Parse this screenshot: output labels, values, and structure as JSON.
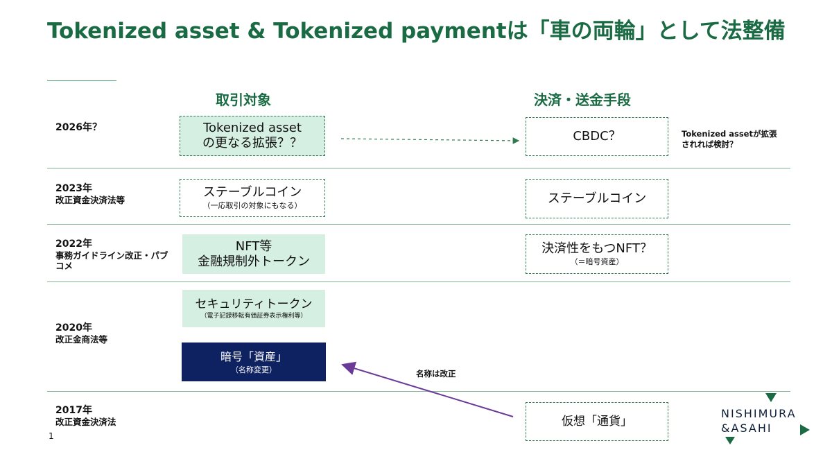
{
  "title": "Tokenized asset & Tokenized paymentは「車の両輪」として法整備",
  "columns": {
    "left": "取引対象",
    "right": "決済・送金手段"
  },
  "years": [
    {
      "year": "2026年？",
      "sub": ""
    },
    {
      "year": "2023年",
      "sub": "改正資金決済法等"
    },
    {
      "year": "2022年",
      "sub": "事務ガイドライン改正・パブコメ"
    },
    {
      "year": "2020年",
      "sub": "改正金商法等"
    },
    {
      "year": "2017年",
      "sub": "改正資金決済法"
    }
  ],
  "boxes": {
    "tokenized_asset": {
      "line1": "Tokenized asset",
      "line2": "の更なる拡張？？"
    },
    "cbdc": {
      "line1": "CBDC？"
    },
    "stablecoin_left": {
      "line1": "ステーブルコイン",
      "note": "（一応取引の対象にもなる）"
    },
    "stablecoin_right": {
      "line1": "ステーブルコイン"
    },
    "nft": {
      "line1": "NFT等",
      "line2": "金融規制外トークン"
    },
    "payment_nft": {
      "line1": "決済性をもつNFT？",
      "note": "（＝暗号資産）"
    },
    "security_token": {
      "line1": "セキュリティトークン",
      "note": "（電子記録移転有価証券表示権利等）"
    },
    "crypto_asset": {
      "line1": "暗号「資産」",
      "note": "（名称変更）"
    },
    "virtual_currency": {
      "line1": "仮想「通貨」"
    }
  },
  "notes": {
    "cbdc_note_line1": "Tokenized assetが拡張",
    "cbdc_note_line2": "されれば検討？",
    "rename": "名称は改正"
  },
  "page_number": "1",
  "logo": {
    "line1": "NISHIMURA",
    "line2": "&ASAHI"
  },
  "colors": {
    "green": "#1a6b43",
    "mint": "#d6efe3",
    "navy": "#0e2160",
    "purple": "#6a3a96"
  }
}
